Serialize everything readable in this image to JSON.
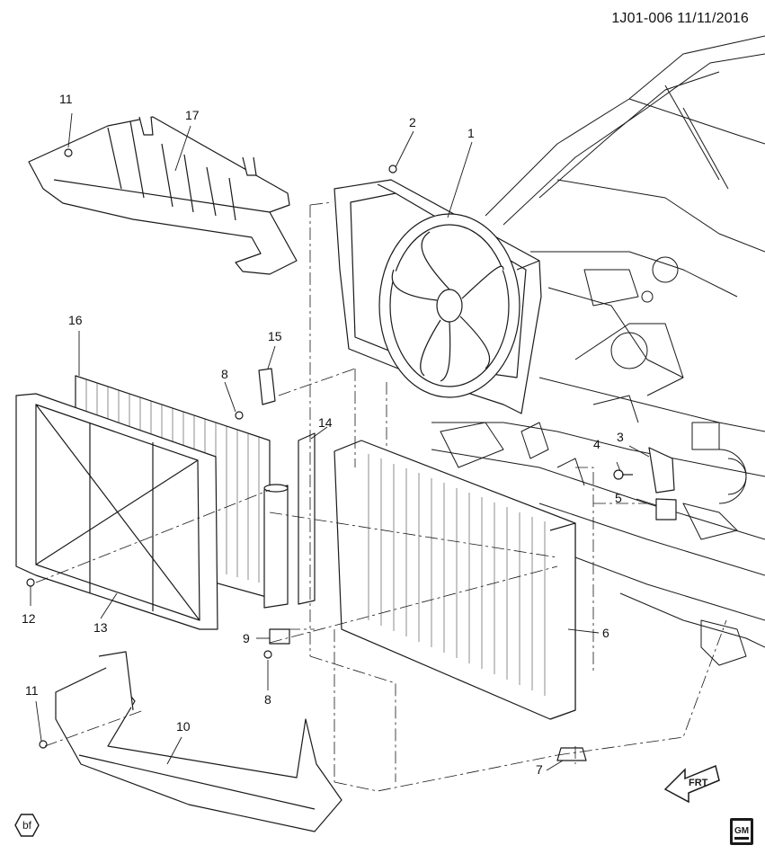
{
  "header": {
    "doc_id": "1J01-006  11/11/2016"
  },
  "callouts": [
    {
      "label": "1"
    },
    {
      "label": "2"
    },
    {
      "label": "3"
    },
    {
      "label": "4"
    },
    {
      "label": "5"
    },
    {
      "label": "6"
    },
    {
      "label": "7"
    },
    {
      "label": "8"
    },
    {
      "label": "8"
    },
    {
      "label": "9"
    },
    {
      "label": "10"
    },
    {
      "label": "11"
    },
    {
      "label": "11"
    },
    {
      "label": "12"
    },
    {
      "label": "13"
    },
    {
      "label": "14"
    },
    {
      "label": "15"
    },
    {
      "label": "16"
    },
    {
      "label": "17"
    }
  ],
  "badges": {
    "bf": "bf",
    "frt": "FRT",
    "gm": "GM"
  },
  "colors": {
    "line": "#1a1a1a",
    "fill": "#ffffff",
    "shade": "#e9e9e9"
  }
}
